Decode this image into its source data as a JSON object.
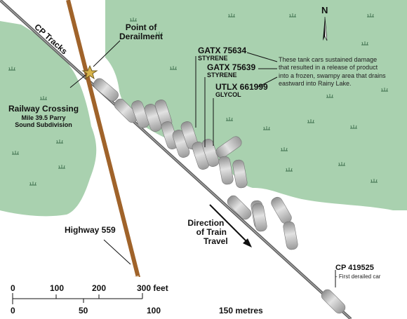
{
  "north_arrow": {
    "label": "N",
    "icon": "north-arrow-icon"
  },
  "labels": {
    "cp_tracks": "CP Tracks",
    "point_of_derailment_line1": "Point of",
    "point_of_derailment_line2": "Derailment",
    "railway_crossing": "Railway Crossing",
    "railway_mile_line1": "Mile 39.5 Parry",
    "railway_mile_line2": "Sound Subdivision",
    "highway": "Highway 559",
    "direction_line1": "Direction",
    "direction_line2": "of Train",
    "direction_line3": "Travel"
  },
  "tank_cars": [
    {
      "id": "GATX 75634",
      "product": "STYRENE"
    },
    {
      "id": "GATX 75639",
      "product": "STYRENE"
    },
    {
      "id": "UTLX 661999",
      "product": "GLYCOL"
    }
  ],
  "tank_car_note": {
    "line1": "These tank cars sustained damage",
    "line2": "that resulted in a release of product",
    "line3": "into a frozen, swampy area that drains",
    "line4": "eastward into Rainy Lake."
  },
  "first_car": {
    "id": "CP 419525",
    "note": "- First derailed car"
  },
  "scale": {
    "feet_ticks": [
      "0",
      "100",
      "200",
      "300 feet"
    ],
    "metre_ticks": [
      "0",
      "50",
      "100",
      "150 metres"
    ]
  },
  "colors": {
    "land": "#a9d1af",
    "water": "#ffffff",
    "track": "#6a6a6a",
    "highway": "#a0632a",
    "marsh": "#3d6e4c"
  }
}
